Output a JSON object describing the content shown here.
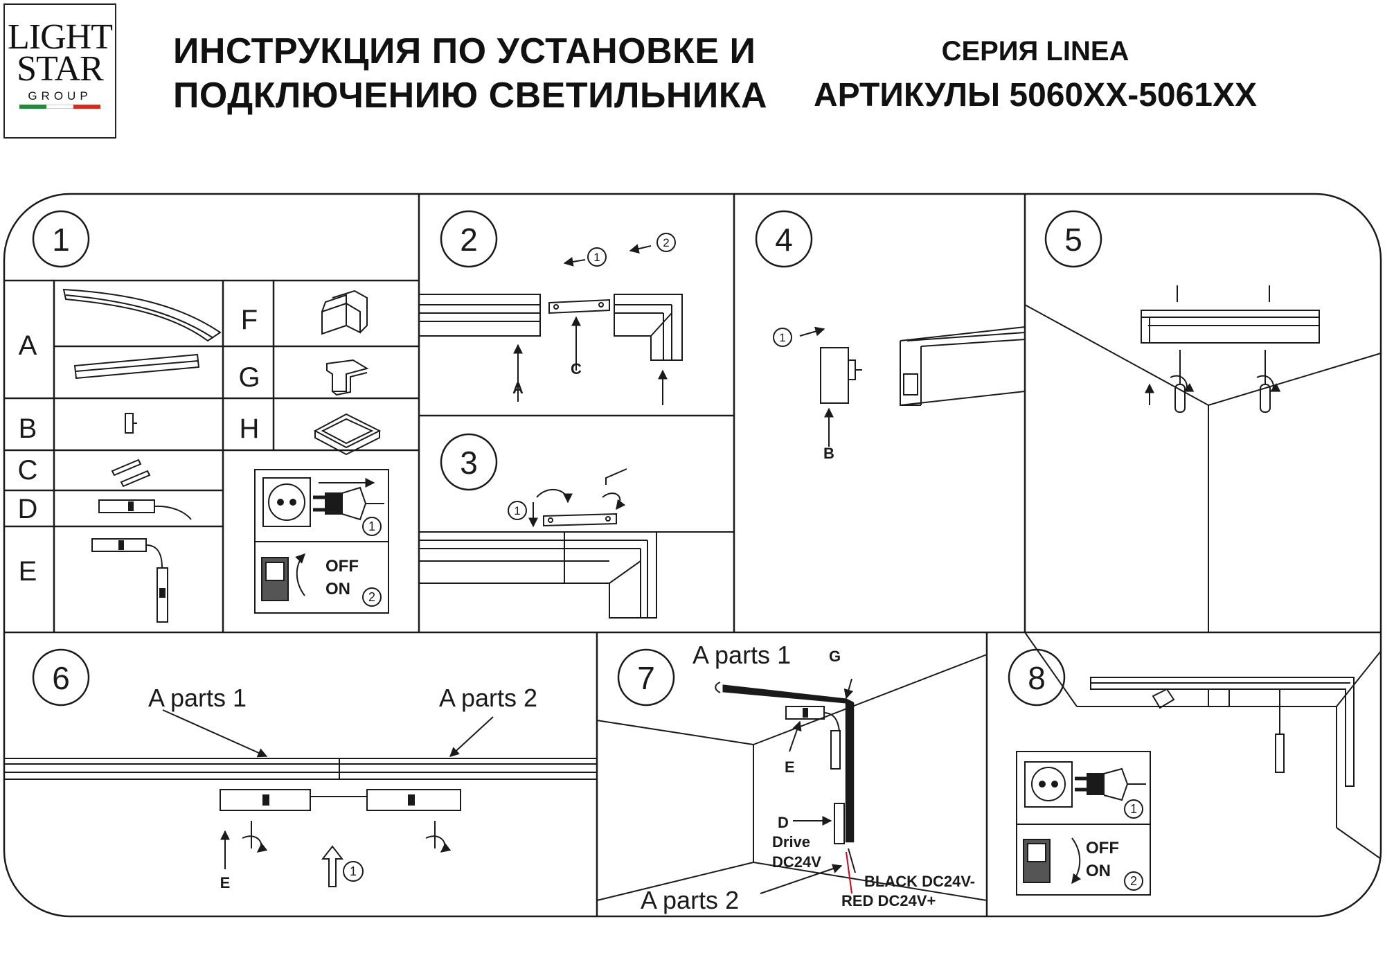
{
  "logo": {
    "line1": "LIGHT",
    "line2": "STAR",
    "line3": "GROUP",
    "flag_colors": [
      "#1e8a3a",
      "#ffffff",
      "#d52b1e"
    ]
  },
  "title": {
    "line1": "ИНСТРУКЦИЯ ПО УСТАНОВКЕ И",
    "line2": "ПОДКЛЮЧЕНИЮ СВЕТИЛЬНИКА"
  },
  "series": {
    "line1": "СЕРИЯ LINEA",
    "line2": "АРТИКУЛЫ 5060XX-5061XX"
  },
  "steps": [
    "1",
    "2",
    "3",
    "4",
    "5",
    "6",
    "7",
    "8"
  ],
  "parts": {
    "A": "A",
    "B": "B",
    "C": "C",
    "D": "D",
    "E": "E",
    "F": "F",
    "G": "G",
    "H": "H"
  },
  "power_box": {
    "off": "OFF",
    "on": "ON",
    "step1": "1",
    "step2": "2"
  },
  "step2": {
    "arrow1": "1",
    "arrow2": "2",
    "label_a": "A",
    "label_c": "C"
  },
  "step3": {
    "arrow1": "1"
  },
  "step4": {
    "arrow1": "1",
    "label_b": "B"
  },
  "step6": {
    "a_parts_1": "A parts 1",
    "a_parts_2": "A parts 2",
    "label_e": "E",
    "arrow1": "1"
  },
  "step7": {
    "a_parts_1": "A parts 1",
    "a_parts_2": "A parts 2",
    "label_g": "G",
    "label_e": "E",
    "label_d": "D",
    "drive": "Drive",
    "dc24v": "DC24V",
    "black": "BLACK DC24V-",
    "red": "RED DC24V+"
  },
  "colors": {
    "line": "#1a1a1a",
    "red_wire": "#d0021b"
  }
}
